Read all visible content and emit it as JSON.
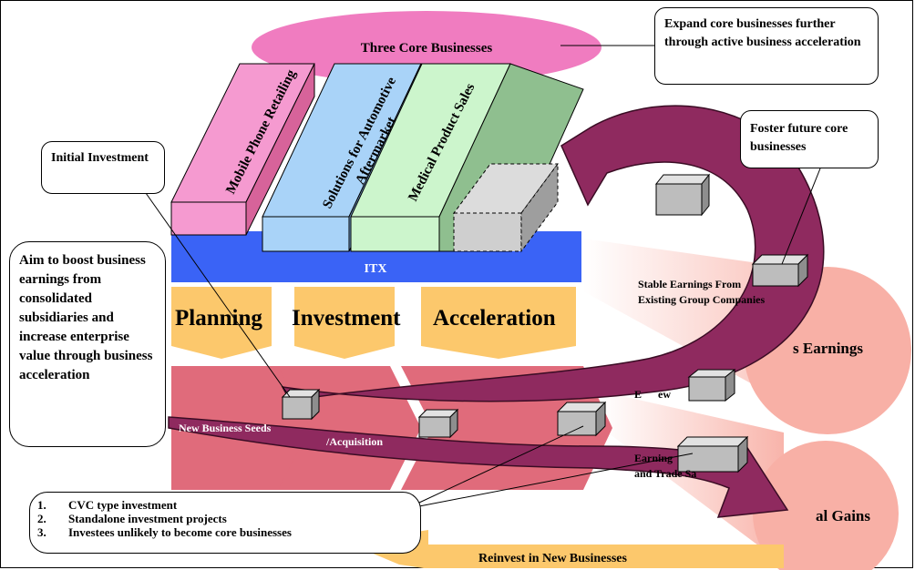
{
  "core": {
    "title": "Three Core Businesses",
    "bars": [
      "Mobile Phone Retailing",
      "Solutions for Automotive Aftermarket",
      "Medical Product Sales"
    ]
  },
  "platform": "ITX",
  "stages": [
    "Planning",
    "Investment",
    "Acceleration"
  ],
  "band": {
    "seeds": "New Business Seeds",
    "acquisition": "/Acquisition"
  },
  "right": {
    "stable_earnings": "Stable Earnings From Existing Group Companies",
    "earnings_circle": "s Earnings",
    "earnings_new_fragment": "E      ew",
    "earnings_trade_fragment": "Earning",
    "trade_sale_fragment": "and Trade Sa",
    "gains_circle": "al Gains"
  },
  "reinvest": "Reinvest in New Businesses",
  "callouts": {
    "expand": "Expand core businesses further through active business acceleration",
    "foster": "Foster future core businesses",
    "initial": "Initial Investment",
    "aim": "Aim to boost business earnings from consolidated subsidiaries and increase enterprise value through business acceleration",
    "list": [
      "CVC type investment",
      "Standalone investment projects",
      "Investees unlikely to become core businesses"
    ]
  },
  "colors": {
    "pink_ellipse": "#f07cc0",
    "phone_bar": "#f59ad0",
    "auto_bar": "#a9d3f8",
    "medical_bar": "#ccf5cc",
    "itx": "#3a63f6",
    "stage_arrow": "#fcc86c",
    "band": "#e06b7b",
    "big_arrow": "#8f2a5f",
    "circle": "#f8b0a6",
    "gray_box": "#bdbdbd"
  }
}
